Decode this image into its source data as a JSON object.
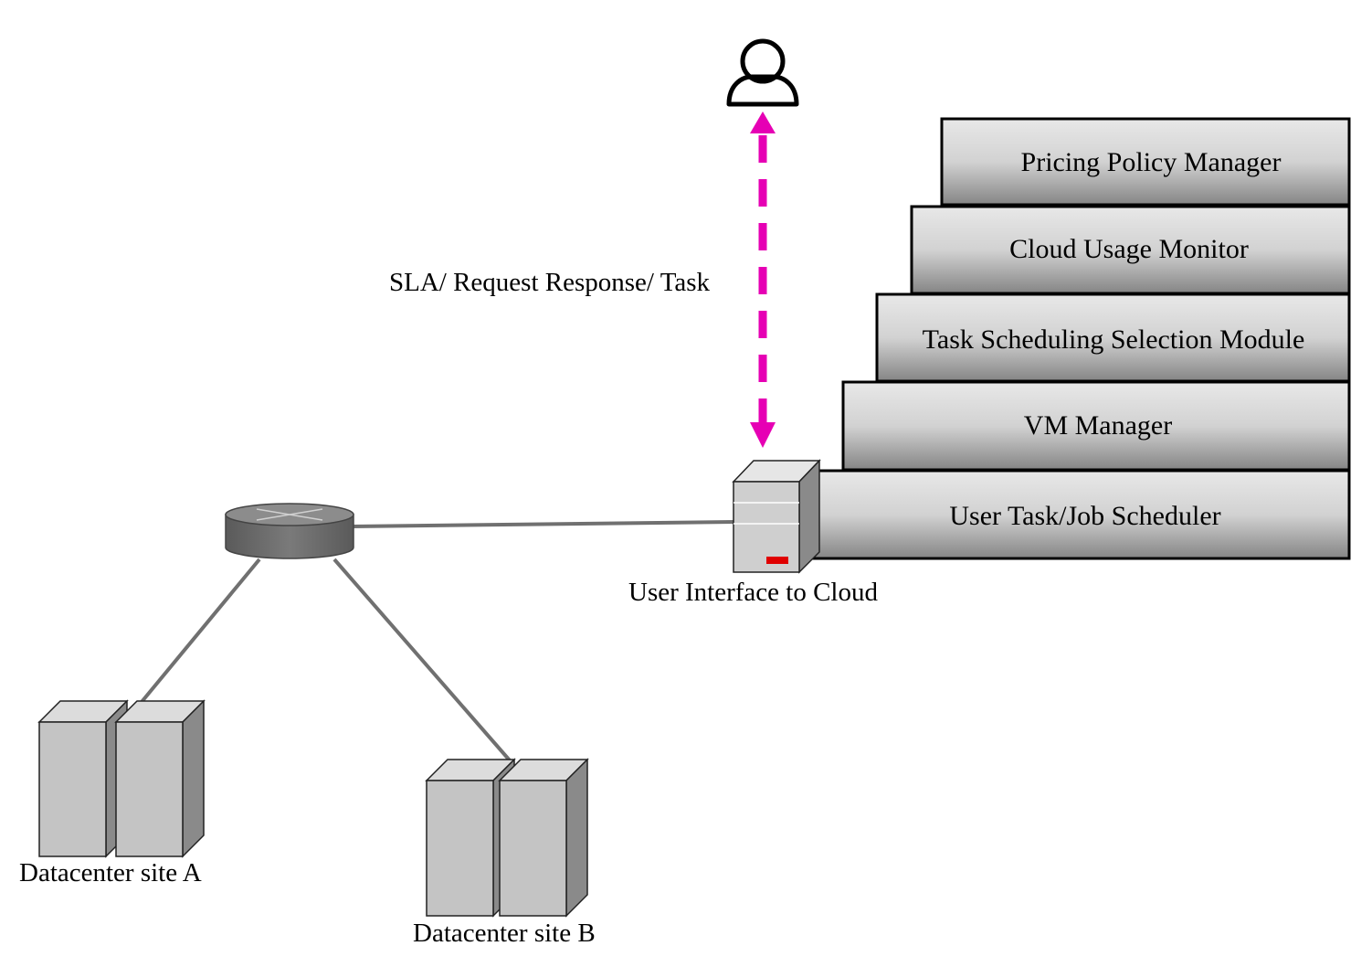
{
  "diagram": {
    "stack_layers": [
      {
        "id": "pricing",
        "label": "Pricing Policy Manager"
      },
      {
        "id": "usage",
        "label": "Cloud Usage Monitor"
      },
      {
        "id": "task-selection",
        "label": "Task Scheduling Selection Module"
      },
      {
        "id": "vm",
        "label": "VM Manager"
      },
      {
        "id": "scheduler",
        "label": "User Task/Job Scheduler"
      }
    ],
    "arrow_label": "SLA/ Request Response/ Task",
    "interface_label": "User Interface to Cloud",
    "site_a_label": "Datacenter site A",
    "site_b_label": "Datacenter site B",
    "icons": {
      "user": "user-icon",
      "router": "router-icon",
      "interface_server": "server-icon",
      "site_a": "server-rack-icon",
      "site_b": "server-rack-icon"
    },
    "colors": {
      "arrow": "#e600b4",
      "link": "#707070",
      "router": "#6e6e6e",
      "server": "#c4c4c4",
      "indicator": "#e00000"
    }
  }
}
